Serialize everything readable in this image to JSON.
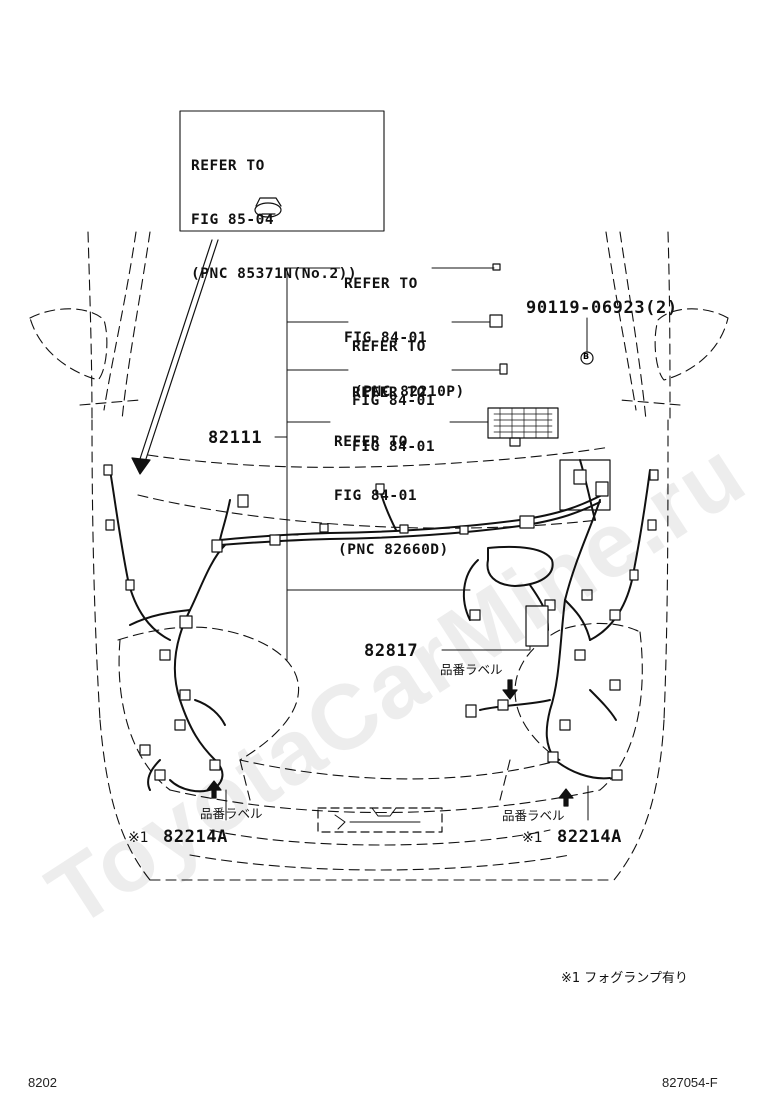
{
  "callouts": {
    "box": {
      "line1": "REFER TO",
      "line2": "FIG 85-04",
      "line3": "(PNC 85371N(No.2))"
    },
    "ref_a": {
      "line1": "REFER TO",
      "line2": "FIG 84-01",
      "line3": "(PNC 82210P)"
    },
    "ref_b": {
      "line1": "REFER TO",
      "line2": "FIG 84-01"
    },
    "ref_c": {
      "line1": "REFER TO",
      "line2": "FIG 84-01"
    },
    "ref_d": {
      "line1": "REFER TO",
      "line2": "FIG 84-01",
      "line3": "(PNC 82660D)"
    }
  },
  "parts": {
    "bolt": "90119-06923(2)",
    "bolt_marker": "B",
    "harness_main": "82111",
    "harness_sub": "82817",
    "left_code": "82214A",
    "right_code": "82214A",
    "note_mark_left": "※1",
    "note_mark_right": "※1"
  },
  "labels": {
    "part_label_center": "品番ラベル",
    "part_label_left": "品番ラベル",
    "part_label_right": "品番ラベル"
  },
  "legend": {
    "note": "※1 フォグランプ有り"
  },
  "footer": {
    "left": "8202",
    "right": "827054-F"
  },
  "watermark": "ToyotaCarMine.ru"
}
